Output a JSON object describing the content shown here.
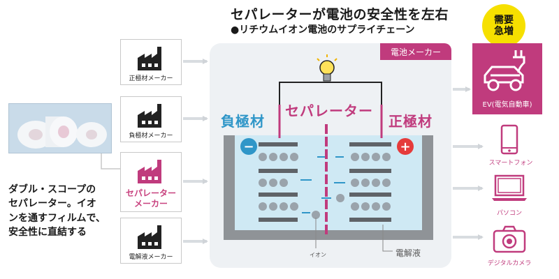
{
  "header": {
    "title": "セパレーターが電池の安全性を左右",
    "subtitle": "●リチウムイオン電池のサプライチェーン"
  },
  "badge": {
    "line1": "需要",
    "line2": "急増"
  },
  "suppliers": [
    {
      "label": "正極材メーカー"
    },
    {
      "label": "負極材メーカー"
    },
    {
      "label_line1": "セパレーター",
      "label_line2": "メーカー"
    },
    {
      "label": "電解液メーカー"
    }
  ],
  "description": {
    "line1": "ダブル・スコープの",
    "line2": "セパレーター。イオ",
    "line3": "ンを通すフィルムで、",
    "line4": "安全性に直結する"
  },
  "battery": {
    "maker_tag": "電池メーカー",
    "negative_label": "負極材",
    "positive_label": "正極材",
    "separator_label": "セパレーター",
    "minus_sign": "−",
    "plus_sign": "+",
    "ion_label": "イオン",
    "electrolyte_label": "電解液"
  },
  "outputs": {
    "ev": "EV(電気自動車)",
    "smartphone": "スマートフォン",
    "pc": "パソコン",
    "camera": "デジタルカメラ"
  },
  "colors": {
    "accent": "#c03b7d",
    "negative": "#2f96c8",
    "badge": "#f6e000",
    "electrolyte": "#cfe9f4"
  }
}
